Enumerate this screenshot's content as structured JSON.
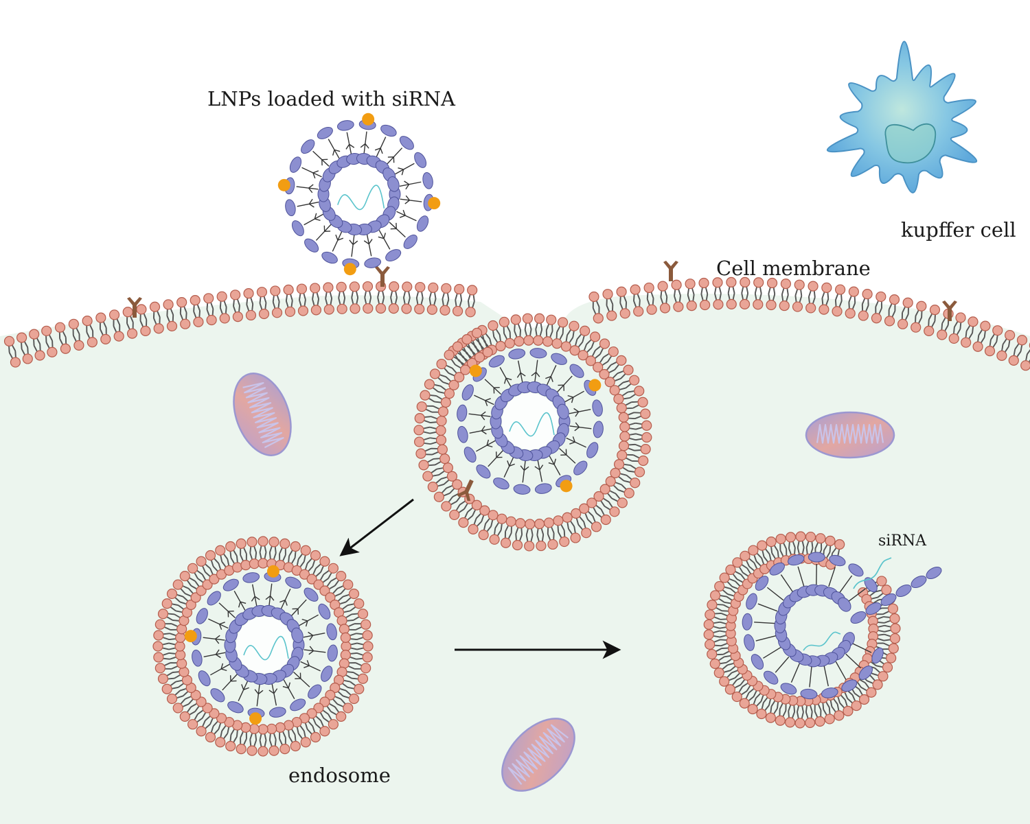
{
  "labels": {
    "lnp": "LNPs loaded with siRNA",
    "kupffer": "kupffer cell",
    "membrane": "Cell membrane",
    "endosome": "endosome",
    "sirna": "siRNA"
  },
  "colors": {
    "cytoplasm": "#ecf5ee",
    "lipid_head": "#e9a597",
    "lipid_head_stroke": "#b45c4c",
    "lipid_tail": "#555555",
    "lnp_head": "#8c8fd0",
    "lnp_head_stroke": "#4e529a",
    "ligand": "#f29d12",
    "receptor": "#8b5a3c",
    "sirna": "#5bc4cc",
    "kupffer_fill": "#7fc1e4",
    "kupffer_stroke": "#4a92c4",
    "mito_fill": "#d7a8aa",
    "mito_stroke": "#9b97d1",
    "arrow": "#111111"
  },
  "icons": {
    "arrow_down": "arrow-down-left-icon",
    "arrow_right": "arrow-right-icon"
  }
}
